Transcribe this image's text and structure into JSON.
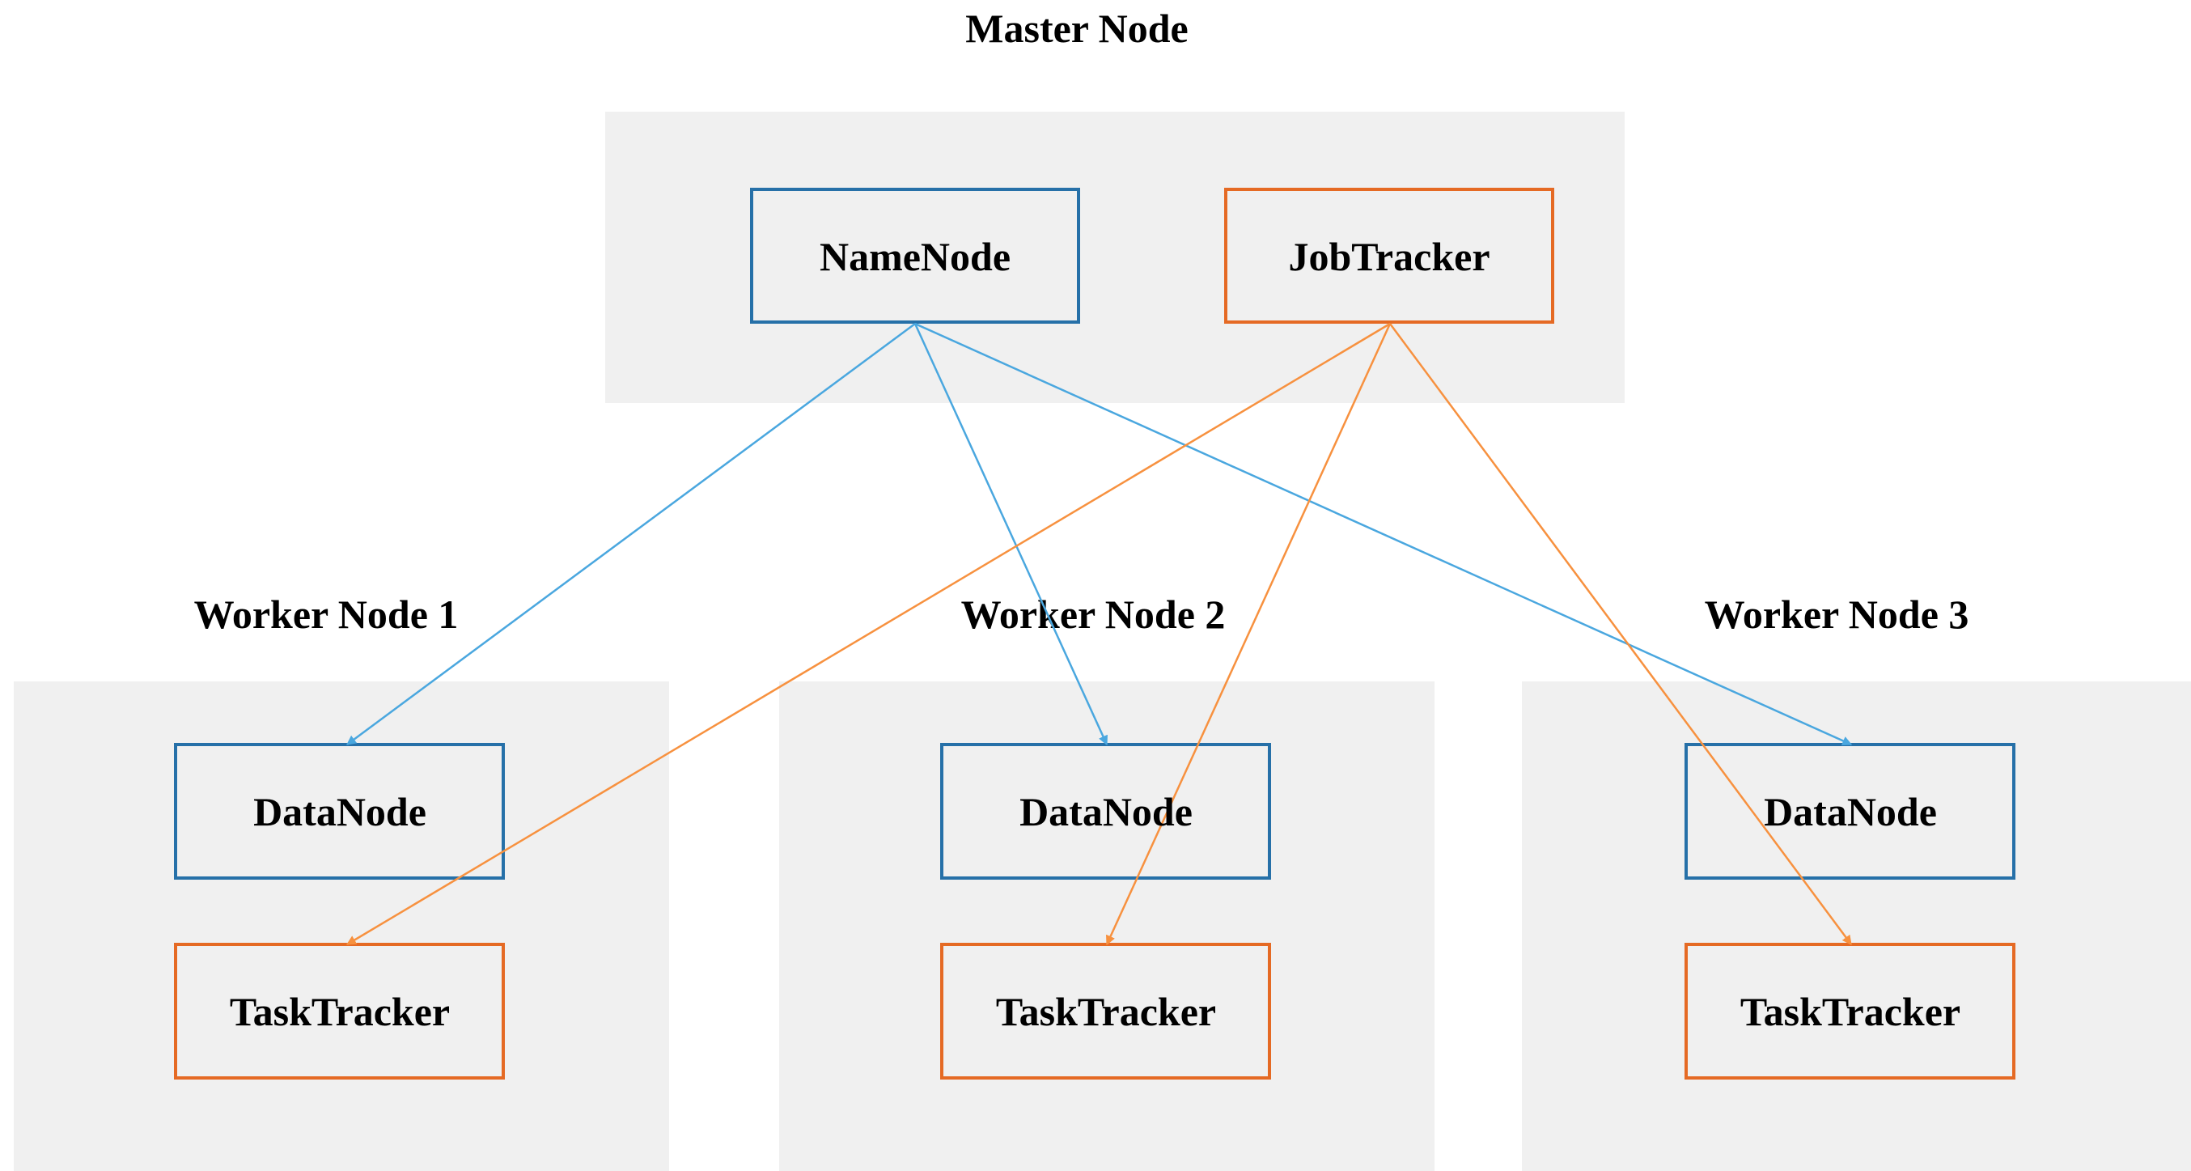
{
  "colors": {
    "background": "#ffffff",
    "panel": "#f0f0f0",
    "hdfs_border": "#2670a8",
    "hdfs_arrow": "#4aa7df",
    "mapreduce_border": "#e56a24",
    "mapreduce_arrow": "#f7913f",
    "text": "#000000"
  },
  "master": {
    "label": "Master Node",
    "nodes": [
      {
        "id": "namenode",
        "label": "NameNode",
        "kind": "hdfs"
      },
      {
        "id": "jobtracker",
        "label": "JobTracker",
        "kind": "mapreduce"
      }
    ]
  },
  "workers": [
    {
      "id": "w1",
      "label": "Worker Node 1",
      "nodes": [
        {
          "id": "dn1",
          "label": "DataNode",
          "kind": "hdfs"
        },
        {
          "id": "tt1",
          "label": "TaskTracker",
          "kind": "mapreduce"
        }
      ]
    },
    {
      "id": "w2",
      "label": "Worker Node 2",
      "nodes": [
        {
          "id": "dn2",
          "label": "DataNode",
          "kind": "hdfs"
        },
        {
          "id": "tt2",
          "label": "TaskTracker",
          "kind": "mapreduce"
        }
      ]
    },
    {
      "id": "w3",
      "label": "Worker Node 3",
      "nodes": [
        {
          "id": "dn3",
          "label": "DataNode",
          "kind": "hdfs"
        },
        {
          "id": "tt3",
          "label": "TaskTracker",
          "kind": "mapreduce"
        }
      ]
    }
  ],
  "edges": [
    {
      "from": "namenode",
      "to": "dn1",
      "kind": "hdfs"
    },
    {
      "from": "namenode",
      "to": "dn2",
      "kind": "hdfs"
    },
    {
      "from": "namenode",
      "to": "dn3",
      "kind": "hdfs"
    },
    {
      "from": "jobtracker",
      "to": "tt1",
      "kind": "mapreduce"
    },
    {
      "from": "jobtracker",
      "to": "tt2",
      "kind": "mapreduce"
    },
    {
      "from": "jobtracker",
      "to": "tt3",
      "kind": "mapreduce"
    }
  ]
}
